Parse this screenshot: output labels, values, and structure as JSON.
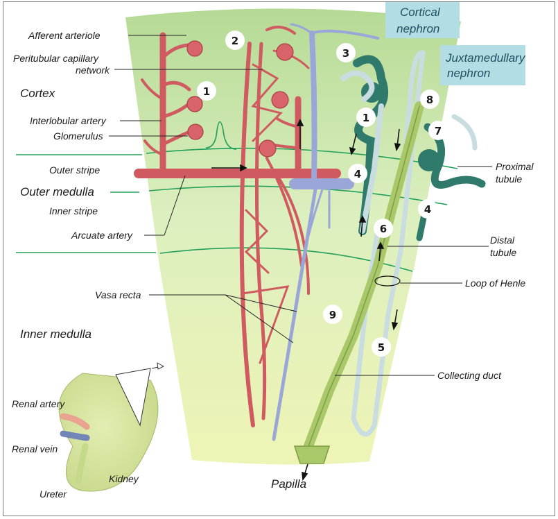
{
  "labels": {
    "afferent_arteriole": "Afferent arteriole",
    "peritubular_1": "Peritubular capillary",
    "peritubular_2": "network",
    "cortex": "Cortex",
    "interlobular_artery": "Interlobular artery",
    "glomerulus": "Glomerulus",
    "outer_stripe": "Outer stripe",
    "outer_medulla": "Outer medulla",
    "inner_stripe": "Inner stripe",
    "arcuate_artery": "Arcuate artery",
    "vasa_recta": "Vasa recta",
    "inner_medulla": "Inner medulla",
    "renal_artery": "Renal artery",
    "renal_vein": "Renal vein",
    "ureter": "Ureter",
    "kidney": "Kidney",
    "papilla": "Papilla",
    "cortical_nephron_1": "Cortical",
    "cortical_nephron_2": "nephron",
    "juxtamedullary_1": "Juxtamedullary",
    "juxtamedullary_2": "nephron",
    "proximal_1": "Proximal",
    "proximal_2": "tubule",
    "distal_1": "Distal",
    "distal_2": "tubule",
    "loop_of_henle": "Loop of Henle",
    "collecting_duct": "Collecting duct"
  },
  "markers": {
    "m1a": "1",
    "m1b": "1",
    "m2": "2",
    "m3": "3",
    "m4a": "4",
    "m4b": "4",
    "m5": "5",
    "m6": "6",
    "m7": "7",
    "m8": "8",
    "m9": "9"
  },
  "colors": {
    "artery": "#cf5a5f",
    "vein": "#9aa6d8",
    "nephron_dark": "#2f7a6a",
    "nephron_light": "#c9dde0",
    "collecting": "#a9c86a",
    "tissue_top": "#b8dc9a",
    "tissue_bottom": "#eef3b8",
    "info_box": "#b3dde4"
  }
}
